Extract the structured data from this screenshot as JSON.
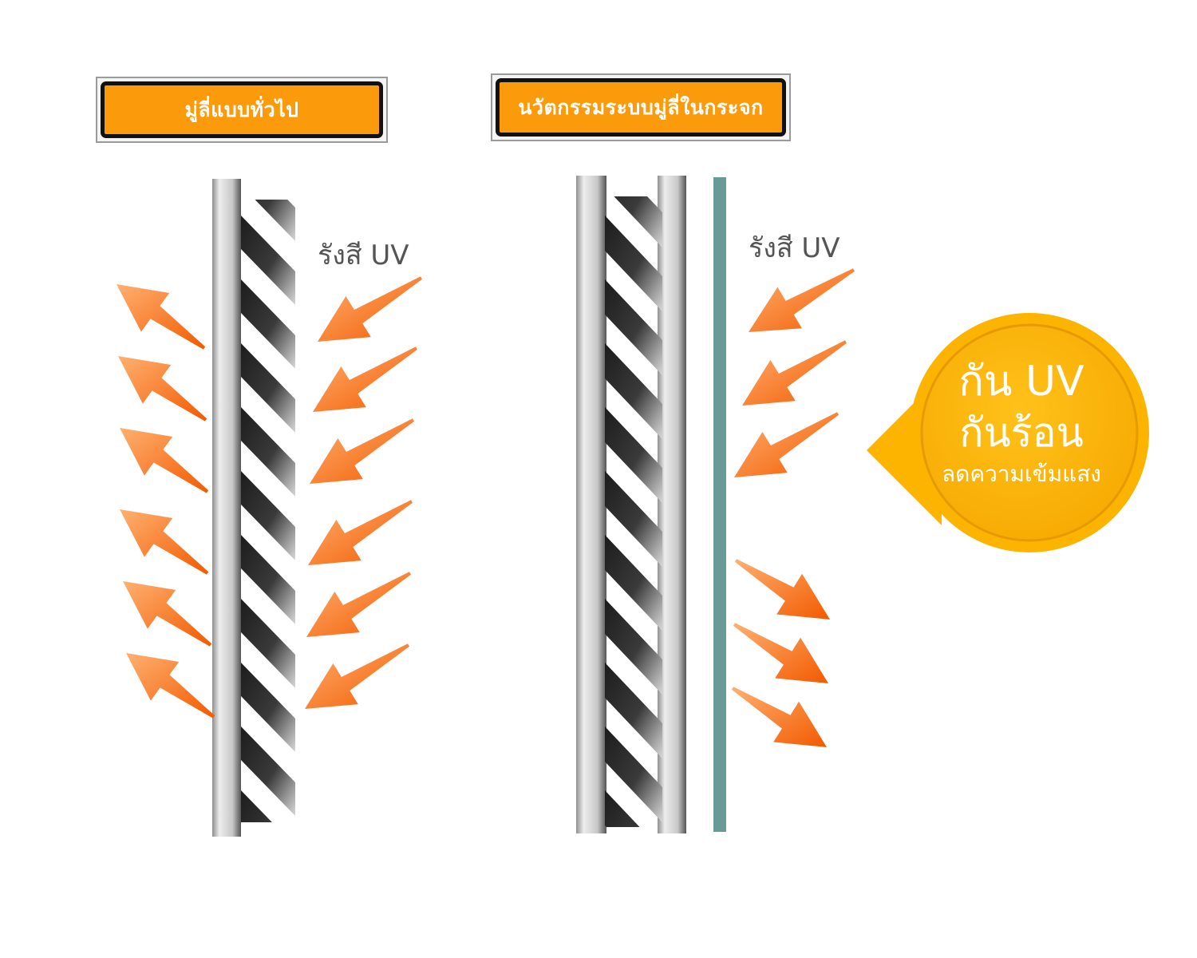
{
  "panels": [
    {
      "title": "มู่ลี่แบบทั่วไป",
      "uv_label": "รังสี UV"
    },
    {
      "title": "นวัตกรรมระบบมู่ลี่ในกระจก",
      "uv_label": "รังสี UV"
    }
  ],
  "badge": {
    "line1": "กัน UV",
    "line2": "กันร้อน",
    "line3": "ลดความเข้มแสง"
  },
  "colors": {
    "orange": "#fb9a0a",
    "arrow": "#f66a0a",
    "badge": "#fdb400",
    "film": "#6a9a98"
  }
}
